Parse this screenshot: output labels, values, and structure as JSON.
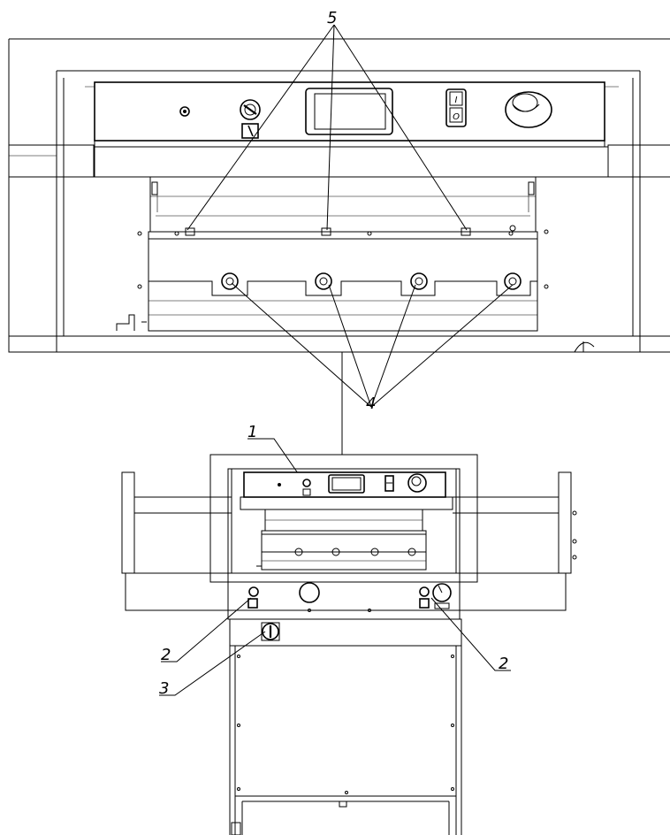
{
  "figure": {
    "colors": {
      "line": "#000000",
      "background": "#ffffff"
    },
    "callouts": {
      "label_5": "5",
      "label_4": "4",
      "label_1": "1",
      "label_2_left": "2",
      "label_2_right": "2",
      "label_3": "3"
    },
    "switch_panel": {
      "on_symbol": "I",
      "off_symbol": "O"
    }
  }
}
